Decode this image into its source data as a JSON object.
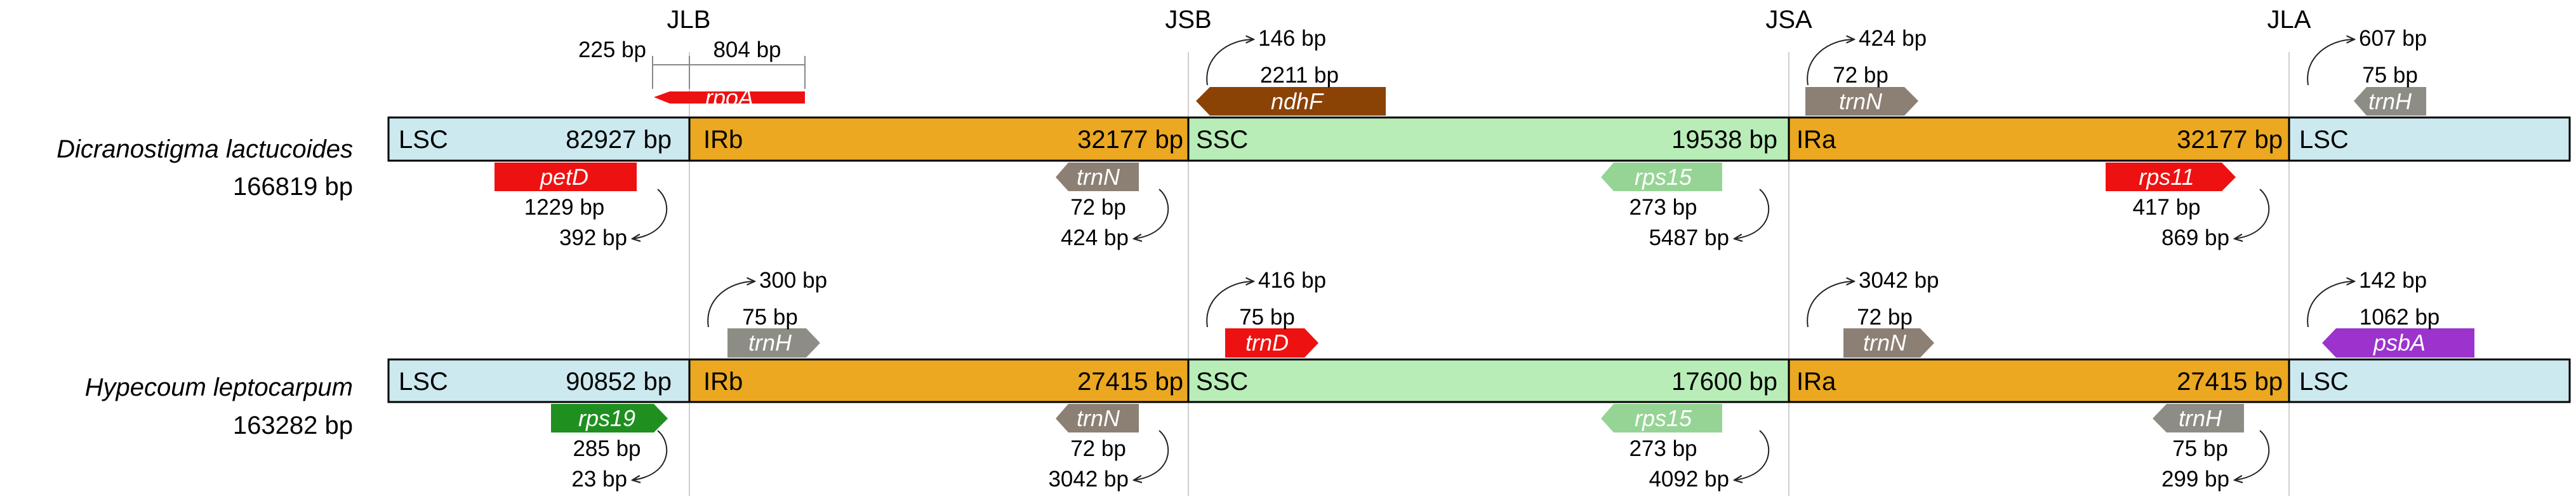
{
  "junctions": [
    "JLB",
    "JSB",
    "JSA",
    "JLA"
  ],
  "genomes": [
    {
      "species": "Dicranostigma lactucoides",
      "size": "166819 bp",
      "regions": [
        {
          "name": "LSC",
          "length": "82927 bp"
        },
        {
          "name": "IRb",
          "length": "32177 bp"
        },
        {
          "name": "SSC",
          "length": "19538 bp"
        },
        {
          "name": "IRa",
          "length": "32177 bp"
        },
        {
          "name": "LSC",
          "length": ""
        }
      ],
      "genes": [
        {
          "name": "rpoA",
          "color": "#ee1111",
          "strand": "reverse",
          "side": "above"
        },
        {
          "name": "ndhF",
          "color": "#8b4205",
          "strand": "reverse",
          "side": "above"
        },
        {
          "name": "trnN",
          "color": "#8c7f74",
          "strand": "forward",
          "side": "above"
        },
        {
          "name": "trnH",
          "color": "#8d8d86",
          "strand": "reverse",
          "side": "above"
        },
        {
          "name": "petD",
          "color": "#ee1111",
          "strand": "reverse",
          "side": "below"
        },
        {
          "name": "trnN",
          "color": "#8c7f74",
          "strand": "reverse",
          "side": "below"
        },
        {
          "name": "rps15",
          "color": "#96d496",
          "strand": "reverse",
          "side": "below"
        },
        {
          "name": "rps11",
          "color": "#ee1111",
          "strand": "forward",
          "side": "below"
        }
      ],
      "annotations": [
        "225 bp",
        "804 bp",
        "146 bp",
        "2211 bp",
        "424 bp",
        "72 bp",
        "607 bp",
        "75 bp",
        "1229 bp",
        "392 bp",
        "72 bp",
        "424 bp",
        "273 bp",
        "5487 bp",
        "417 bp",
        "869 bp"
      ]
    },
    {
      "species": "Hypecoum leptocarpum",
      "size": "163282 bp",
      "regions": [
        {
          "name": "LSC",
          "length": "90852 bp"
        },
        {
          "name": "IRb",
          "length": "27415 bp"
        },
        {
          "name": "SSC",
          "length": "17600 bp"
        },
        {
          "name": "IRa",
          "length": "27415 bp"
        },
        {
          "name": "LSC",
          "length": ""
        }
      ],
      "genes": [
        {
          "name": "trnH",
          "color": "#8d8d86",
          "strand": "forward",
          "side": "above"
        },
        {
          "name": "trnD",
          "color": "#ee1111",
          "strand": "forward",
          "side": "above"
        },
        {
          "name": "trnN",
          "color": "#8c7f74",
          "strand": "forward",
          "side": "above"
        },
        {
          "name": "psbA",
          "color": "#9b33cc",
          "strand": "reverse",
          "side": "above"
        },
        {
          "name": "rps19",
          "color": "#1f8f1f",
          "strand": "forward",
          "side": "below"
        },
        {
          "name": "trnN",
          "color": "#8c7f74",
          "strand": "reverse",
          "side": "below"
        },
        {
          "name": "rps15",
          "color": "#96d496",
          "strand": "reverse",
          "side": "below"
        },
        {
          "name": "trnH",
          "color": "#8d8d86",
          "strand": "reverse",
          "side": "below"
        }
      ],
      "annotations": [
        "300 bp",
        "75 bp",
        "416 bp",
        "75 bp",
        "3042 bp",
        "72 bp",
        "142 bp",
        "1062 bp",
        "285 bp",
        "23 bp",
        "72 bp",
        "3042 bp",
        "273 bp",
        "4092 bp",
        "75 bp",
        "299 bp"
      ]
    }
  ],
  "colors": {
    "LSC": "#cce9ef",
    "IRb": "#eba820",
    "SSC": "#b8edb8",
    "IRa": "#eba820"
  }
}
